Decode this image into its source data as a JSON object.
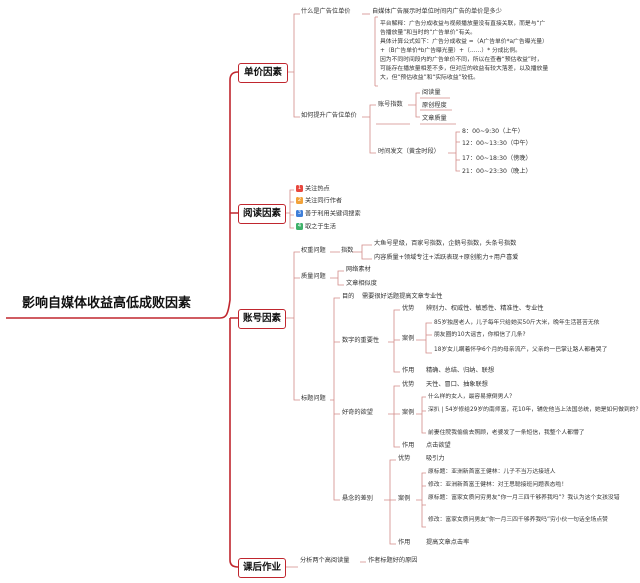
{
  "root": {
    "title": "影响自媒体收益高低成败因素"
  },
  "colors": {
    "branch": "#c0262e",
    "line": "#d28a88"
  },
  "danjia": {
    "title": "单价因素",
    "q1": "什么是广告位单价",
    "a1": "自媒体广告展示时单位时间内广告的单价是多少",
    "q2": "如何提升广告位单价",
    "explain": [
      "平台解释：广告分成收益与视频播放量没有直接关联，而是与“广",
      "告播放量”和当时的“广告单价”有关。",
      "具体计算公式如下：广告分成收益 =（A广告单价*a广告曝光量）",
      "+（B广告单价*b广告曝光量）+（……）* 分成比例。",
      "因为不同时间段内的广告单价不同，所以在查看“预估收益”时，",
      "可能存在播放量相差不多，但对应的收益有较大落差，以及播放量",
      "大，但“预估收益”和“实际收益”较低。"
    ],
    "zhishu": "账号指数",
    "zhishu_items": [
      "阅读量",
      "原创程度",
      "文章质量"
    ],
    "shijian": "时间发文（黄金时段）",
    "times": [
      "8：00~9:30（上午）",
      "12：00~13:30（中午）",
      "17：00~18:30（傍晚）",
      "21：00~23:30（晚上）"
    ]
  },
  "yuedu": {
    "title": "阅读因素",
    "items": [
      {
        "badge": "1",
        "label": "关注热点"
      },
      {
        "badge": "2",
        "label": "关注同行作者"
      },
      {
        "badge": "3",
        "label": "善于利用关键词搜索"
      },
      {
        "badge": "4",
        "label": "取之于生活"
      }
    ]
  },
  "zhanghao": {
    "title": "账号因素",
    "quanzhong": "权重问题",
    "zhishu": "指数",
    "zhishu_items": [
      "大鱼号星级，百家号指数，企鹅号指数，头条号指数",
      "内容质量+领域专注+活跃表现+原创能力+用户喜爱"
    ],
    "zhiliang": "质量问题",
    "zhiliang_items": [
      "网络素材",
      "文章相似度"
    ],
    "biaoti": "标题问题",
    "mudi": "目的",
    "mudi_text": "需要很好话题提高文章专业性",
    "zhongyao": "数字的重要性",
    "youshi": "优势",
    "youshi1": "辨别力、权威性、敏感性、精准性、专业性",
    "anli": "案例",
    "cases1": [
      "85岁独居老人，儿子每年只给她买50斤大米，晚年生活甚苦无依",
      "朋友圈的10大谣言，你相信了几条?",
      "18岁女儿瞒着怀孕6个月的母亲流产，父亲的一巴掌让路人都看哭了"
    ],
    "zuoyong": "作用",
    "zuoyong1": "精确、总结、归纳、联想",
    "haoqi": "好奇的欲望",
    "youshi2": "天性、冒口、抽象联想",
    "cases2": [
      "什么样的女人，最容易撩倒男人？",
      "深扒 | 54岁修给29岁的南师富，花10年，辅佐他当上法国总统，她是如何做到的？",
      "前妻住院我偷偷去照顾，老婆发了一条短信，我整个人都懵了"
    ],
    "zuoyong2": "点击欲望",
    "xuanni": "悬念的差别",
    "youshi3": "吸引力",
    "cases3": [
      "原标题：亚洲新首富王健林：儿子不当万达接班人",
      "修改：亚洲新首富王健林：对王思聪接班问题表态啦！",
      "原标题：富家女质问穷男友“你一月三四千够养我吗”？我认为这个女孩没错",
      "修改：富家女质问男友“你一月三四千够养我吗”穷小伙一句话全场点赞"
    ],
    "zuoyong3": "提高文章点击率"
  },
  "kehou": {
    "title": "课后作业",
    "items": [
      "分析两个高阅读量",
      "作者标题好的原因"
    ]
  }
}
